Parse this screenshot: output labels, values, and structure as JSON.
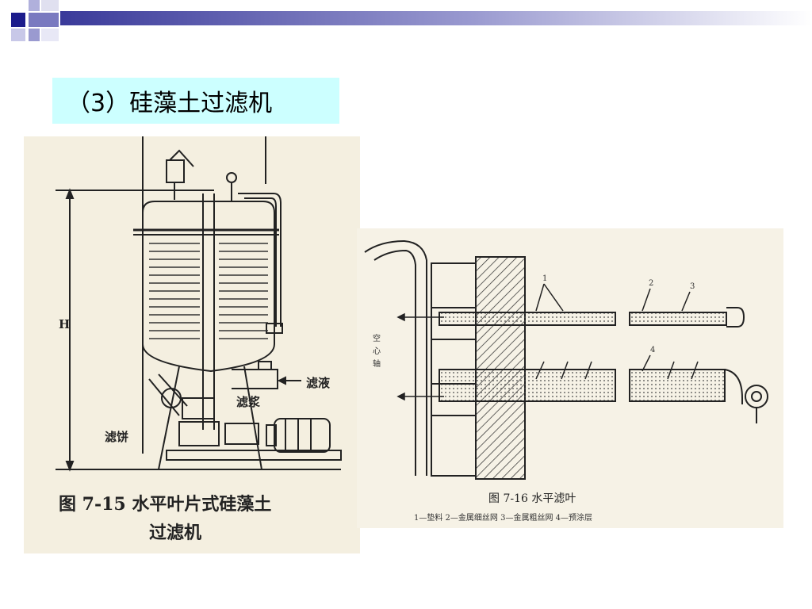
{
  "slide": {
    "title": "（3）硅藻土过滤机"
  },
  "figure_left": {
    "caption_line1": "图  7-15    水平叶片式硅藻土",
    "caption_line2": "过滤机",
    "labels": {
      "height": "H",
      "filtrate": "滤液",
      "slurry": "滤浆",
      "cake": "滤饼"
    }
  },
  "figure_right": {
    "caption": "图 7-16   水平滤叶",
    "legend": "1—垫料    2—金属细丝网    3—金属粗丝网    4—预涂层",
    "labels": {
      "shaft_1": "空",
      "shaft_2": "心",
      "shaft_3": "轴",
      "n1": "1",
      "n2": "2",
      "n3": "3",
      "n4": "4"
    }
  },
  "colors": {
    "title_bg": "#ccffff",
    "deco_navy": "#1c1c8c",
    "deco_light": "#a8a8d8",
    "paper_left": "#f4efe0",
    "paper_right": "#f6f2e6",
    "ink": "#222222"
  }
}
